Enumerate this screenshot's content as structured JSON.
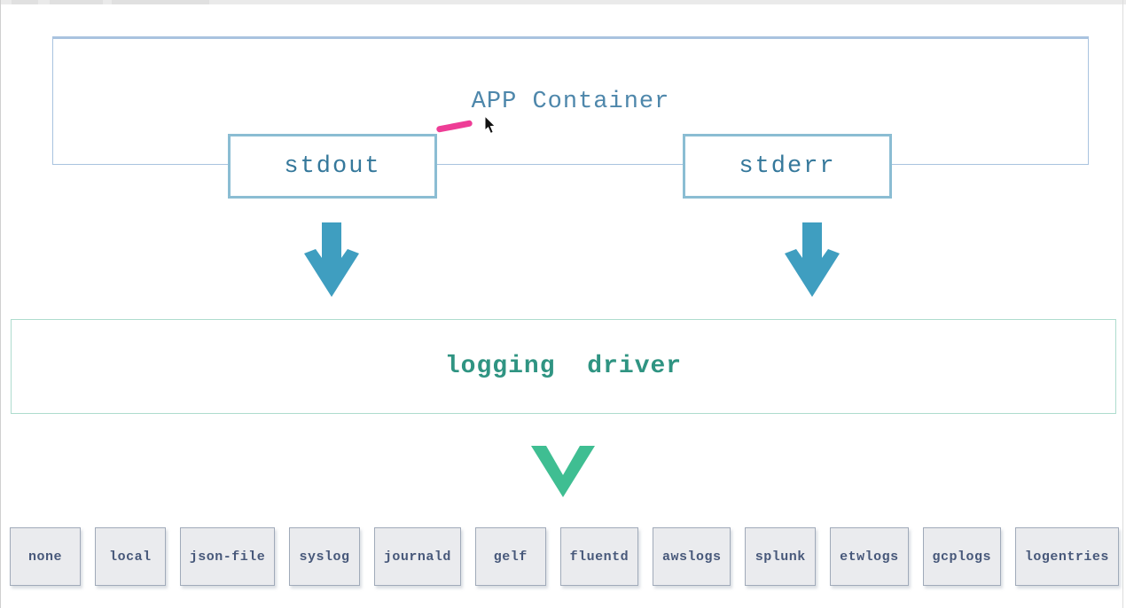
{
  "diagram": {
    "app_container": {
      "title": "APP Container"
    },
    "stdout_label": "stdout",
    "stderr_label": "stderr",
    "logging_driver_label": "logging driver",
    "drivers": [
      "none",
      "local",
      "json-file",
      "syslog",
      "journald",
      "gelf",
      "fluentd",
      "awslogs",
      "splunk",
      "etwlogs",
      "gcplogs",
      "logentries"
    ]
  },
  "colors": {
    "container_border": "#a9c3df",
    "title_text": "#4e87ab",
    "stream_border": "#8bbdd3",
    "stream_text": "#35789b",
    "down_arrow": "#3f9ec0",
    "logging_border": "#aedcce",
    "logging_text": "#2f9482",
    "chevron_green": "#3fbe92",
    "driver_box_bg": "#eaebee",
    "driver_box_border": "#a0aab9",
    "driver_text": "#47587a",
    "annotation_pink": "#ee3d96"
  },
  "icons": {
    "down_arrow": "down-arrow-icon",
    "chevron_down": "chevron-down-icon",
    "cursor": "mouse-cursor-icon",
    "pen_mark": "pen-stroke-annotation"
  }
}
